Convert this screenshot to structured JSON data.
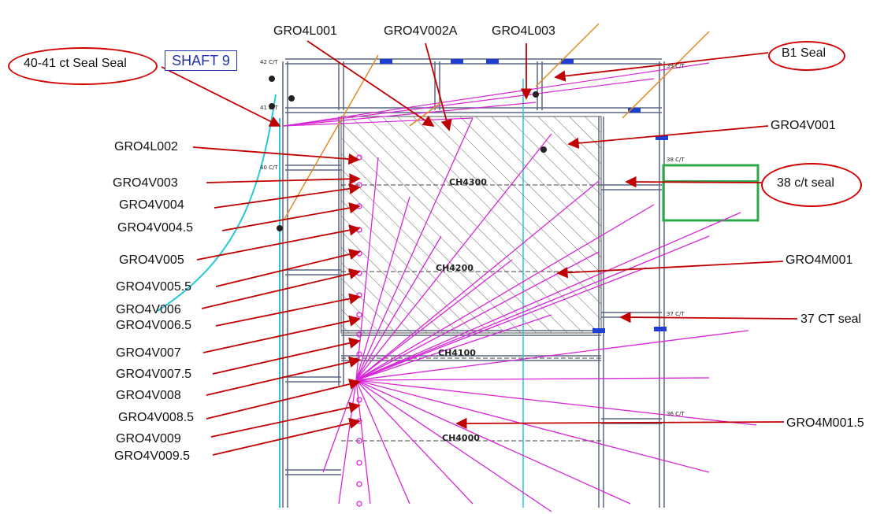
{
  "title_labels": {
    "shaft": "SHAFT 9",
    "top": [
      "GRO4L001",
      "GRO4V002A",
      "GRO4L003"
    ]
  },
  "ovals": {
    "seal_40_41": "40-41 ct Seal Seal",
    "b1_seal": "B1 Seal",
    "ct38_seal": "38 c/t seal"
  },
  "left_labels": [
    "GRO4L002",
    "GRO4V003",
    "GRO4V004",
    "GRO4V004.5",
    "GRO4V005",
    "GRO4V005.5",
    "GRO4V006",
    "GRO4V006.5",
    "GRO4V007",
    "GRO4V007.5",
    "GRO4V008",
    "GRO4V008.5",
    "GRO4V009",
    "GRO4V009.5"
  ],
  "right_labels": {
    "v001": "GRO4V001",
    "m001": "GRO4M001",
    "ct37": "37 CT seal",
    "m0015": "GRO4M001.5"
  },
  "chainages": [
    "CH4300",
    "CH4200",
    "CH4100",
    "CH4000"
  ],
  "ct_marks": [
    "42 C/T",
    "41 C/T",
    "40 C/T",
    "39 C/T",
    "38 C/T",
    "37 C/T",
    "36 C/T"
  ],
  "colors": {
    "arrow": "#c00000",
    "oval": "#d00000",
    "tunnel": "#5a6680",
    "hole_magenta": "#d626d6",
    "hole_orange": "#e08a20",
    "cyan": "#28c8d8",
    "green": "#2fa84a",
    "blue": "#1f3fd0"
  }
}
